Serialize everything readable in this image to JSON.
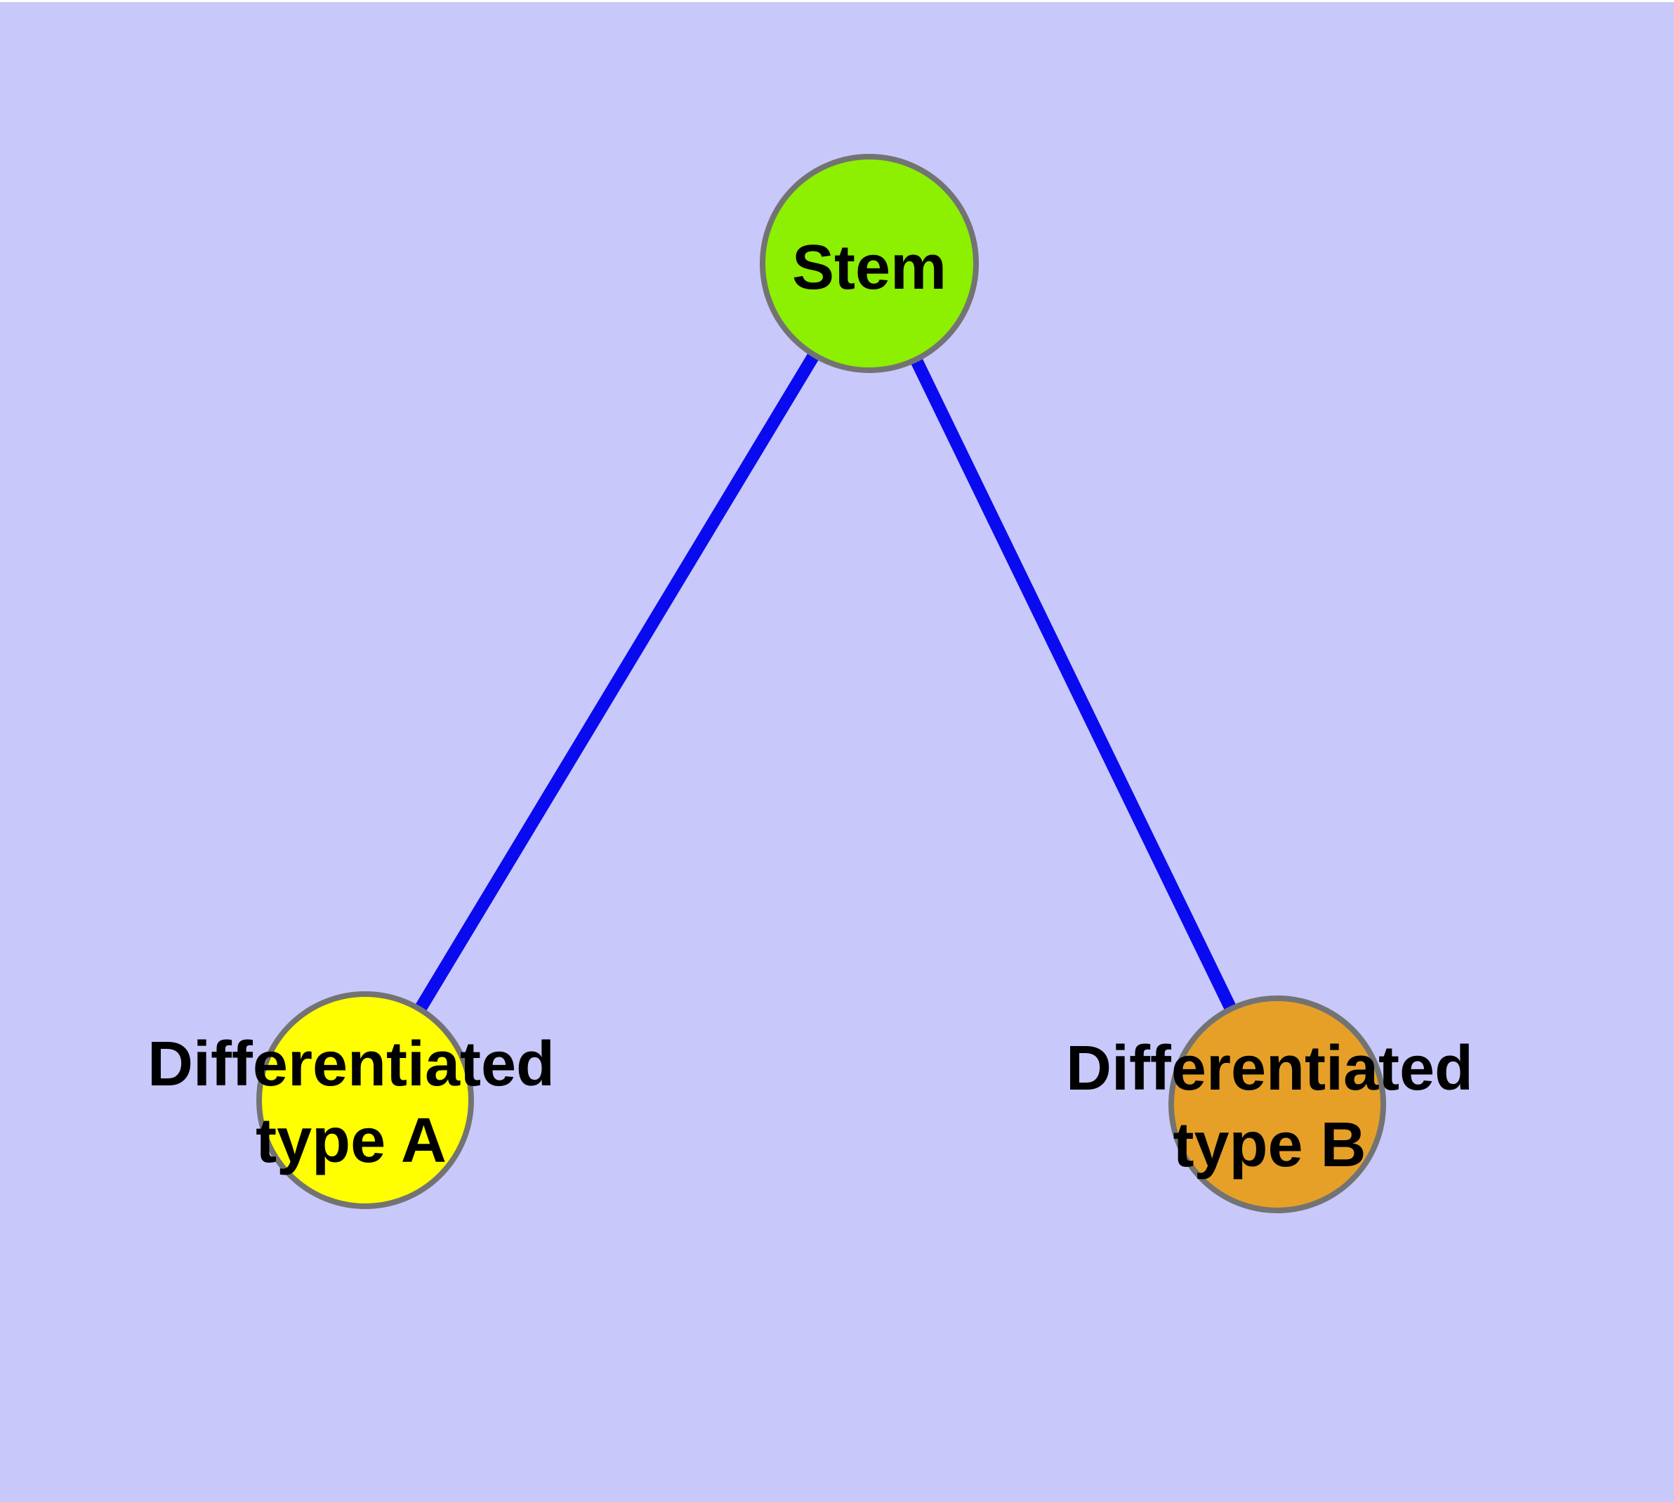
{
  "canvas": {
    "background": "#C8C8FA",
    "top_strip_color": "#FFFFFF"
  },
  "edges": {
    "color": "#0A0AF0",
    "items": [
      {
        "from": "Stem",
        "to": "Differentiated type A"
      },
      {
        "from": "Stem",
        "to": "Differentiated type B"
      }
    ]
  },
  "nodes": {
    "border_color": "#737373",
    "label_color": "#000000",
    "stem": {
      "label": "Stem",
      "fill": "#8CF000"
    },
    "type_a": {
      "label_line1": "Differentiated",
      "label_line2": "type A",
      "fill": "#FFFF00"
    },
    "type_b": {
      "label_line1": "Differentiated",
      "label_line2": "type B",
      "fill": "#E6A028"
    }
  }
}
